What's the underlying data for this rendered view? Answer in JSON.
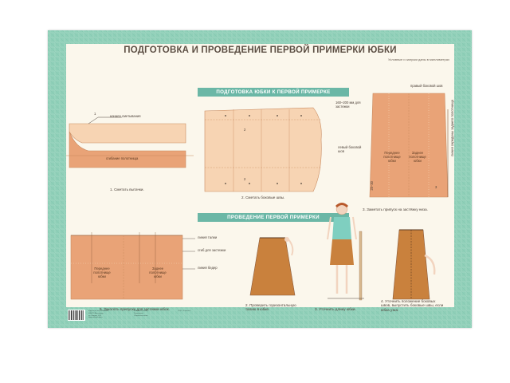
{
  "poster": {
    "title": "ПОДГОТОВКА И ПРОВЕДЕНИЕ ПЕРВОЙ ПРИМЕРКИ ЮБКИ",
    "subnote": "Условные и запуски даны в миллиметрах"
  },
  "section1": {
    "banner": "ПОДГОТОВКА ЮБКИ К ПЕРВОЙ ПРИМЕРКЕ",
    "fig1": {
      "label_start": "начало сметывания",
      "label_fold": "сгибание полотнища",
      "marker": "1",
      "caption": "1. Сметать вытачки."
    },
    "fig2": {
      "markers": [
        "2",
        "2"
      ],
      "caption": "2. Сметать боковые швы."
    },
    "fig3": {
      "label_right_seam": "правый боковой шов",
      "label_allowance": "160–200 мм для застежки",
      "label_left_seam": "левый боковой шов",
      "label_front": "Переднее полотнище юбки",
      "label_back": "Заднее полотнище юбки",
      "label_vertical": "линия середины заднего полотнища",
      "mark_vertical": "25–30",
      "marker": "3",
      "caption": "3. Заметать припуск на застёжку низа."
    }
  },
  "section2": {
    "banner": "ПРОВЕДЕНИЕ ПЕРВОЙ ПРИМЕРКИ",
    "fig5": {
      "label_waist": "линия талии",
      "label_fold": "сгиб для застежки",
      "label_hips": "линия бедер",
      "label_front": "Переднее полотнище юбки",
      "label_back": "Заднее полотнище юбки",
      "caption": "5. Заколоть припуски для застежки юбок."
    },
    "fig2": {
      "caption": "2. Проверить горизонтальную талию в юбке."
    },
    "fig3": {
      "caption": "3. Уточнить длину юбки."
    },
    "fig4": {
      "caption": "4. Уточнить положение боковых швов, выпустить боковые швы, если юбка узка."
    }
  },
  "footer": {
    "publisher_lines": [
      "Издательство «Учитель»",
      "400079 Волгоград,",
      "ул. Кирова, 143",
      "www.uchitel-izd.ru"
    ],
    "center_lines": [
      "Комплект таблиц",
      "Технология",
      "Обработка ткани"
    ],
    "right_lines": [
      "ООО «Учитель»"
    ]
  },
  "colors": {
    "border": "#8fcfb8",
    "banner": "#6bb7a6",
    "fabric": "#e9a377",
    "fabric_light": "#f7d4b3",
    "paper": "#fbf7ec",
    "title_text": "#5c4f44"
  }
}
